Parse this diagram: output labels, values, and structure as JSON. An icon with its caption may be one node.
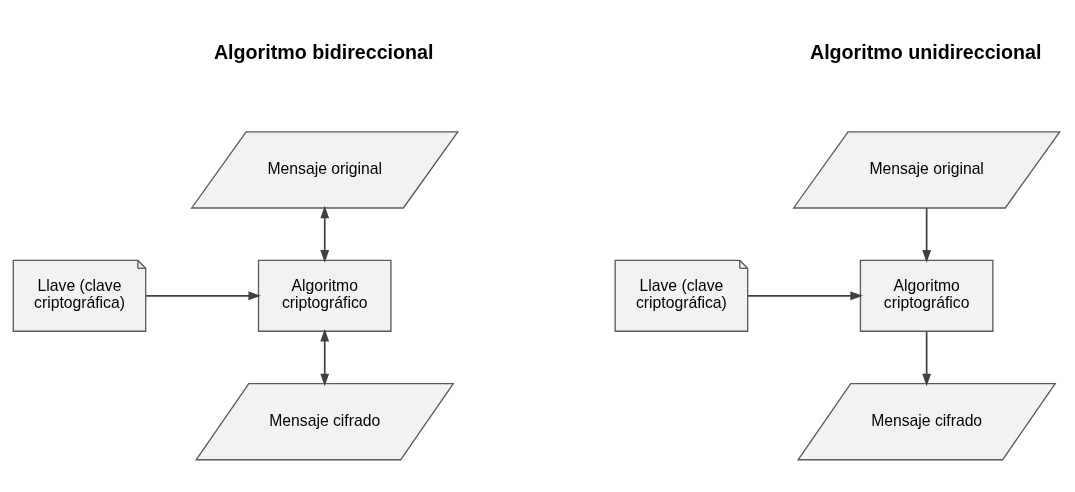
{
  "diagram": {
    "nodes": [
      {
        "text": [
          "Mensaje original"
        ]
      },
      {
        "text": [
          "Llave (clave criptográfica)"
        ]
      },
      {
        "text": [
          "Algoritmo criptográfico"
        ]
      },
      {
        "text": [
          "Mensaje cifrado"
        ]
      },
      {
        "text": [
          "Mensaje original"
        ]
      },
      {
        "text": [
          "Llave (clave criptográfica)"
        ]
      },
      {
        "text": [
          "Algoritmo criptográfico"
        ]
      },
      {
        "text": [
          "Mensaje cifrado"
        ]
      }
    ],
    "edges": [
      {
        "from": 0,
        "to": 2,
        "arrow": "both"
      },
      {
        "from": 1,
        "to": 2,
        "arrow": "to"
      },
      {
        "from": 2,
        "to": 3,
        "arrow": "both"
      },
      {
        "from": 4,
        "to": 6,
        "arrow": "to"
      },
      {
        "from": 5,
        "to": 6,
        "arrow": "to"
      },
      {
        "from": 6,
        "to": 7,
        "arrow": "to"
      }
    ],
    "labels": [
      "Algoritmo bidireccional",
      "Algoritmo unidireccional"
    ]
  }
}
